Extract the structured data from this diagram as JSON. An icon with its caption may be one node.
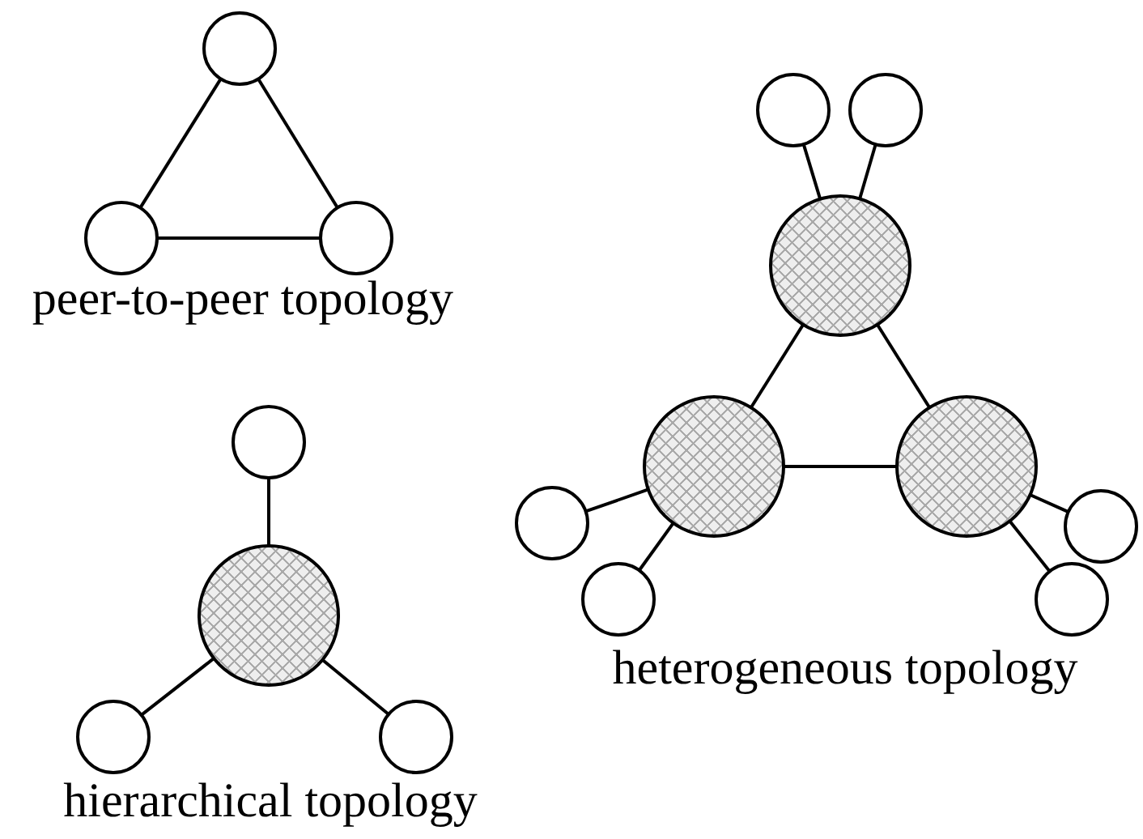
{
  "diagram": {
    "nodes": [
      {
        "text": [],
        "shape": "circle"
      },
      {
        "text": [],
        "shape": "circle"
      },
      {
        "text": [],
        "shape": "circle"
      },
      {
        "text": [],
        "shape": "circle"
      },
      {
        "text": [],
        "shape": "circle"
      },
      {
        "text": [],
        "shape": "circle"
      },
      {
        "text": [],
        "shape": "circle"
      },
      {
        "text": [],
        "shape": "circle"
      },
      {
        "text": [],
        "shape": "circle"
      },
      {
        "text": [],
        "shape": "circle"
      },
      {
        "text": [],
        "shape": "circle"
      },
      {
        "text": [],
        "shape": "circle"
      },
      {
        "text": [],
        "shape": "circle"
      },
      {
        "text": [],
        "shape": "circle"
      },
      {
        "text": [],
        "shape": "circle"
      },
      {
        "text": [],
        "shape": "circle"
      }
    ],
    "edges": [
      {
        "from": 0,
        "to": 1,
        "arrow": "none"
      },
      {
        "from": 0,
        "to": 2,
        "arrow": "none"
      },
      {
        "from": 1,
        "to": 2,
        "arrow": "none"
      },
      {
        "from": 3,
        "to": 4,
        "arrow": "none"
      },
      {
        "from": 4,
        "to": 5,
        "arrow": "none"
      },
      {
        "from": 4,
        "to": 6,
        "arrow": "none"
      },
      {
        "from": 7,
        "to": 9,
        "arrow": "none"
      },
      {
        "from": 8,
        "to": 9,
        "arrow": "none"
      },
      {
        "from": 9,
        "to": 10,
        "arrow": "none"
      },
      {
        "from": 9,
        "to": 11,
        "arrow": "none"
      },
      {
        "from": 10,
        "to": 11,
        "arrow": "none"
      },
      {
        "from": 12,
        "to": 10,
        "arrow": "none"
      },
      {
        "from": 13,
        "to": 10,
        "arrow": "none"
      },
      {
        "from": 11,
        "to": 14,
        "arrow": "none"
      },
      {
        "from": 11,
        "to": 15,
        "arrow": "none"
      }
    ],
    "labels": [
      "peer-to-peer topology",
      "hierarchical topology",
      "heterogeneous topology"
    ]
  }
}
